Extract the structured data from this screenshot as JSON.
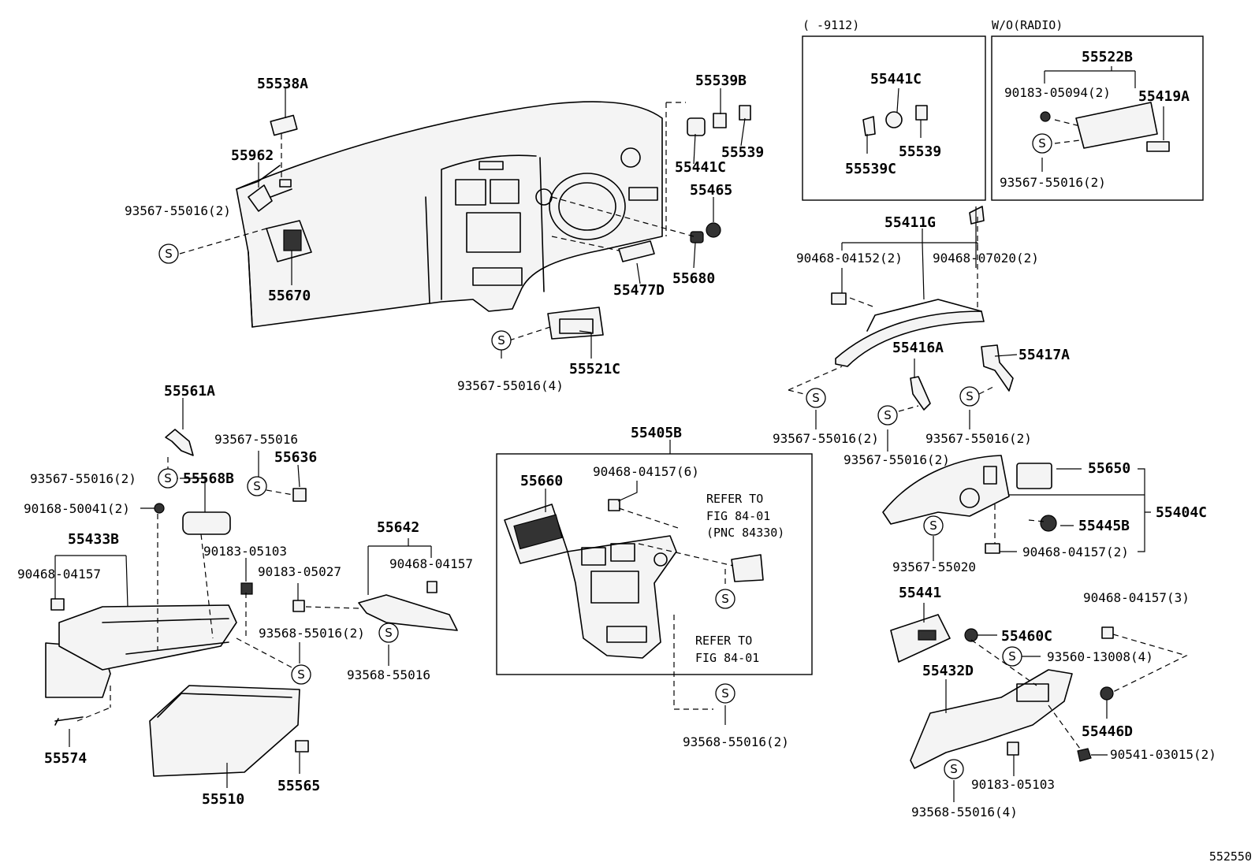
{
  "screw_symbol": "S",
  "figure_code": "552550",
  "inset_left": {
    "caption": "(     -9112)"
  },
  "inset_right": {
    "caption": "W/O(RADIO)"
  },
  "center_box": {
    "refer1": [
      "REFER TO",
      "FIG 84-01",
      "(PNC 84330)"
    ],
    "refer2": [
      "REFER TO",
      "FIG 84-01"
    ]
  },
  "parts": [
    "55538A",
    "55962",
    "93567-55016(2)",
    "55670",
    "55539B",
    "55539",
    "55441C",
    "55465",
    "55477D",
    "55680",
    "93567-55016(4)",
    "55521C",
    "55441C",
    "55539C",
    "55539",
    "55522B",
    "90183-05094(2)",
    "55419A",
    "93567-55016(2)",
    "55411G",
    "90468-04152(2)",
    "90468-07020(2)",
    "55416A",
    "55417A",
    "93567-55016(2)",
    "93567-55016(2)",
    "93567-55016(2)",
    "55650",
    "55404C",
    "55445B",
    "90468-04157(2)",
    "93567-55020",
    "55441",
    "90468-04157(3)",
    "55460C",
    "93560-13008(4)",
    "55432D",
    "55446D",
    "90541-03015(2)",
    "90183-05103",
    "93568-55016(4)",
    "55405B",
    "55660",
    "90468-04157(6)",
    "93568-55016(2)",
    "55561A",
    "93567-55016",
    "55636",
    "93567-55016(2)",
    "55568B",
    "90168-50041(2)",
    "55433B",
    "90468-04157",
    "90183-05103",
    "90183-05027",
    "55642",
    "90468-04157",
    "93568-55016(2)",
    "93568-55016",
    "55574",
    "55510",
    "55565"
  ]
}
